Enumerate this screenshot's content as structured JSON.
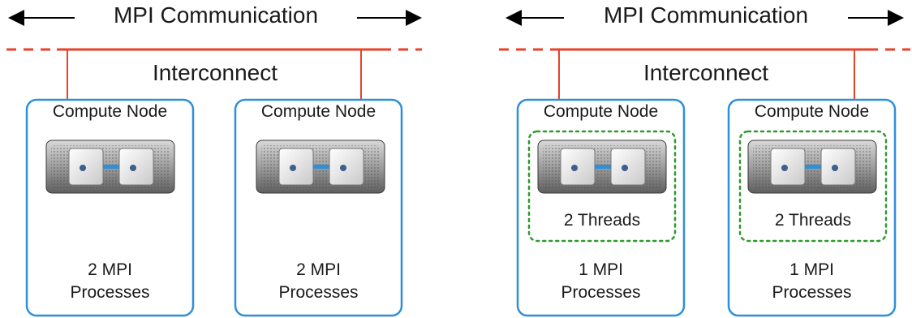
{
  "left": {
    "communication_label": "MPI Communication",
    "interconnect_label": "Interconnect",
    "nodes": [
      {
        "label": "Compute Node",
        "count": "2 MPI",
        "unit": "Processes"
      },
      {
        "label": "Compute Node",
        "count": "2 MPI",
        "unit": "Processes"
      }
    ]
  },
  "right": {
    "communication_label": "MPI Communication",
    "interconnect_label": "Interconnect",
    "nodes": [
      {
        "label": "Compute Node",
        "threads": "2 Threads",
        "count": "1 MPI",
        "unit": "Processes"
      },
      {
        "label": "Compute Node",
        "threads": "2 Threads",
        "count": "1 MPI",
        "unit": "Processes"
      }
    ]
  },
  "colors": {
    "node_border": "#2f8fd8",
    "interconnect": "#e8412a",
    "thread_border": "#2e9a2e",
    "text": "#1a1a1a"
  },
  "icons": [
    "server-chassis-icon",
    "cpu-chip-icon"
  ]
}
